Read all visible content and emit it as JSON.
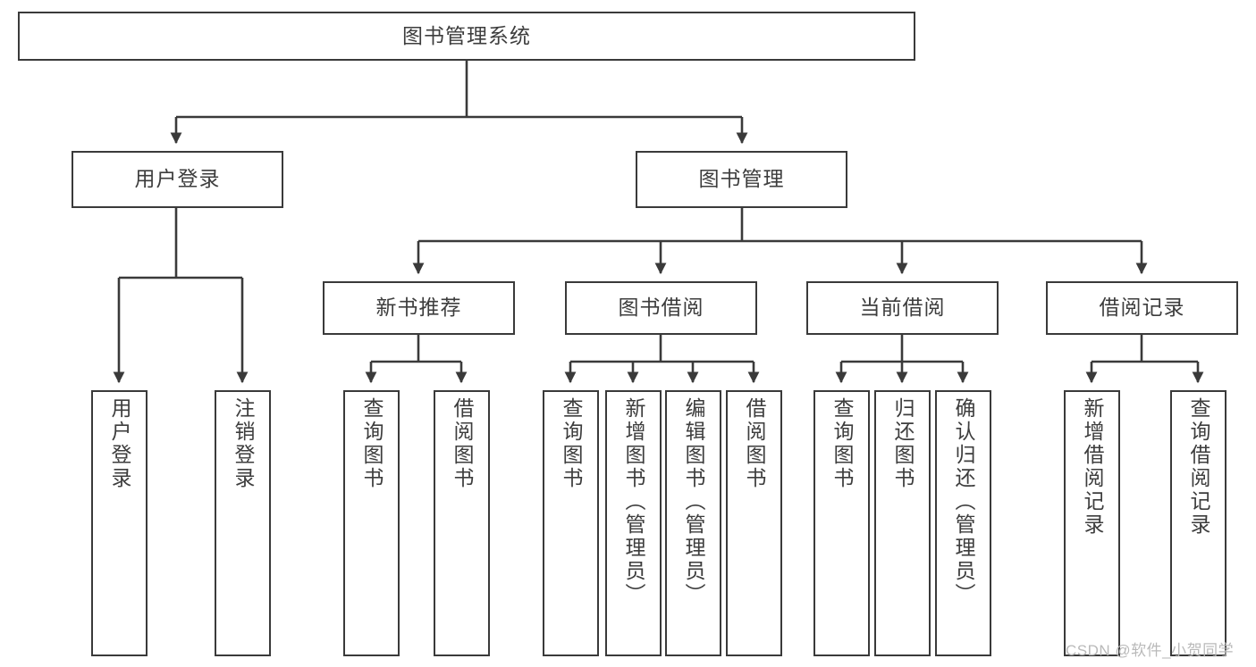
{
  "diagram": {
    "type": "tree-flowchart",
    "title": "图书管理系统",
    "colors": {
      "stroke": "#3a3a3a",
      "fill": "#ffffff",
      "text": "#3d3d3d",
      "watermark": "#b9b9b9"
    },
    "root": {
      "label": "图书管理系统"
    },
    "level2": [
      {
        "label": "用户登录"
      },
      {
        "label": "图书管理"
      }
    ],
    "level3": [
      {
        "label": "新书推荐"
      },
      {
        "label": "图书借阅"
      },
      {
        "label": "当前借阅"
      },
      {
        "label": "借阅记录"
      }
    ],
    "leaves": {
      "user_login": [
        {
          "label": "用户登录"
        },
        {
          "label": "注销登录"
        }
      ],
      "new_book": [
        {
          "label": "查询图书"
        },
        {
          "label": "借阅图书"
        }
      ],
      "book_borrow": [
        {
          "label": "查询图书"
        },
        {
          "label": "新增图书（管理员）"
        },
        {
          "label": "编辑图书（管理员）"
        },
        {
          "label": "借阅图书"
        }
      ],
      "current_borrow": [
        {
          "label": "查询图书"
        },
        {
          "label": "归还图书"
        },
        {
          "label": "确认归还（管理员）"
        }
      ],
      "borrow_record": [
        {
          "label": "新增借阅记录"
        },
        {
          "label": "查询借阅记录"
        }
      ]
    }
  },
  "watermark": {
    "text": "CSDN @软件_小贺同学"
  }
}
